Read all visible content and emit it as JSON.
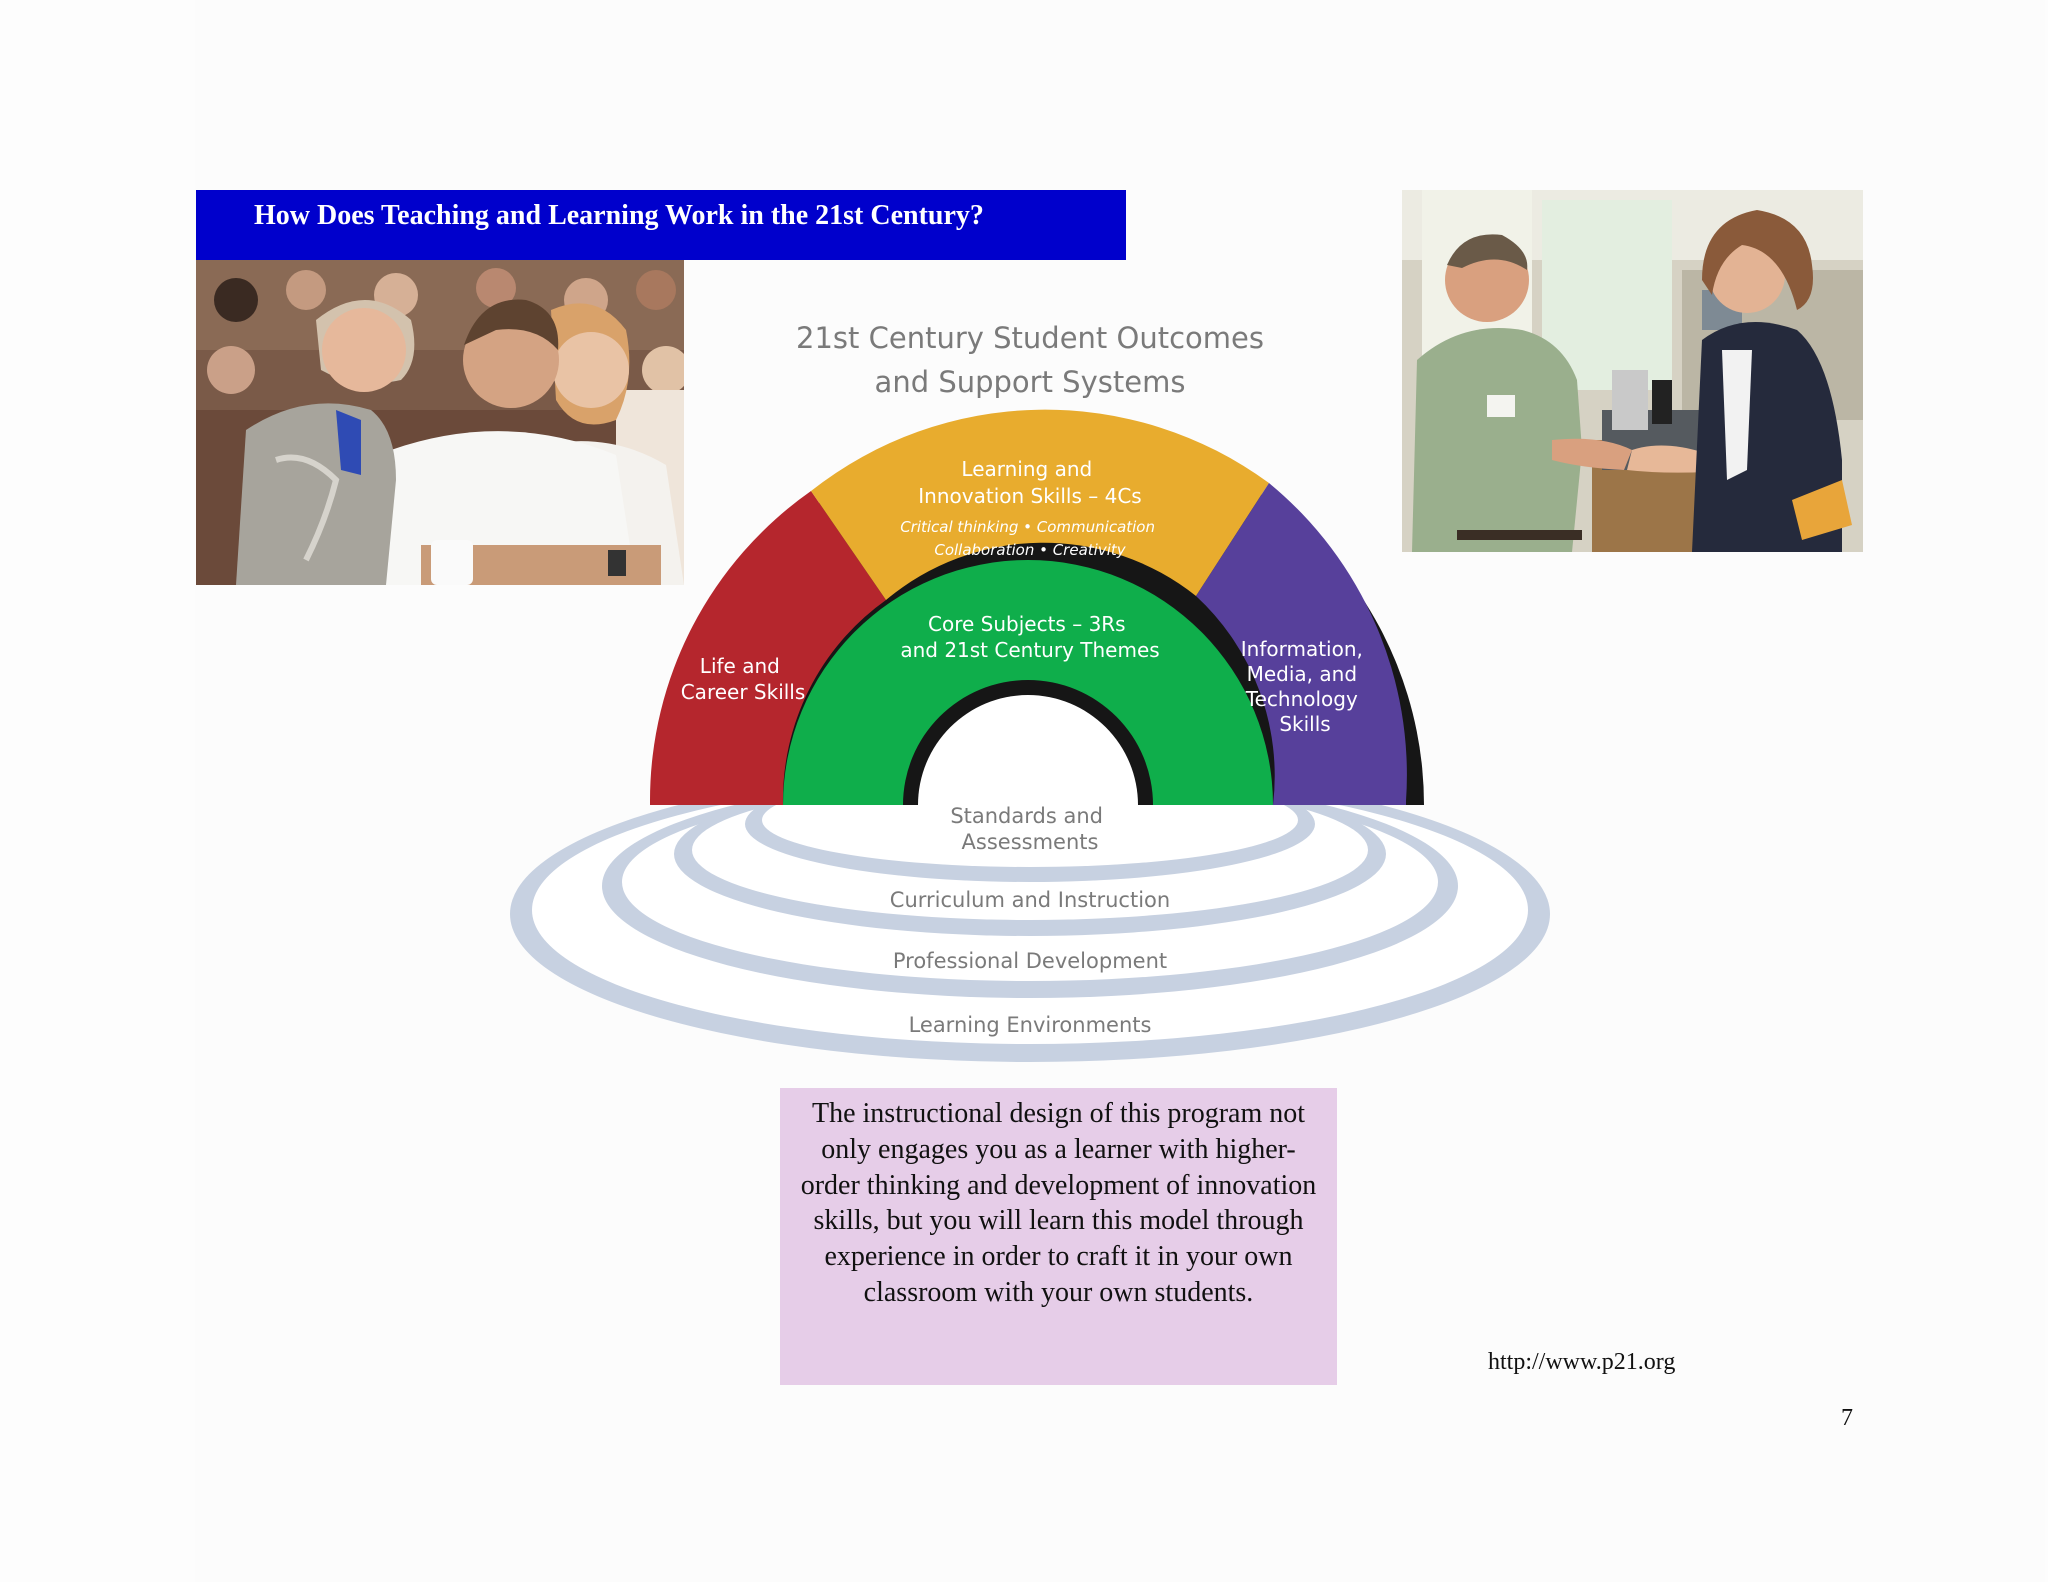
{
  "header": {
    "title": "How Does Teaching and Learning Work in the 21st Century?"
  },
  "diagram": {
    "title_line1": "21st Century Student Outcomes",
    "title_line2": "and Support Systems",
    "segments": {
      "learning_innovation": {
        "line1": "Learning and",
        "line2": "Innovation Skills – 4Cs",
        "sub1": "Critical thinking • Communication",
        "sub2": "Collaboration • Creativity",
        "color": "#e8ac2e"
      },
      "life_career": {
        "line1": "Life and",
        "line2": "Career Skills",
        "color": "#b5262d"
      },
      "core_subjects": {
        "line1": "Core Subjects – 3Rs",
        "line2": "and 21st Century Themes",
        "color": "#0fae4b"
      },
      "information_media": {
        "line1": "Information,",
        "line2": "Media, and",
        "line3": "Technology",
        "line4": "Skills",
        "color": "#57409b"
      }
    },
    "support_systems": {
      "standards_line1": "Standards and",
      "standards_line2": "Assessments",
      "curriculum": "Curriculum and Instruction",
      "professional": "Professional Development",
      "environments": "Learning Environments",
      "ring_color": "#c7d1e1"
    }
  },
  "caption": {
    "text": "The instructional design of this program not only engages you as a learner with higher-order thinking and development of innovation skills, but you will learn this model through experience in order to craft it in your own classroom with your own students.",
    "background": "#e6cde8"
  },
  "footer": {
    "source": "http://www.p21.org",
    "page_number": "7"
  },
  "colors": {
    "title_bar": "#0000cc"
  }
}
